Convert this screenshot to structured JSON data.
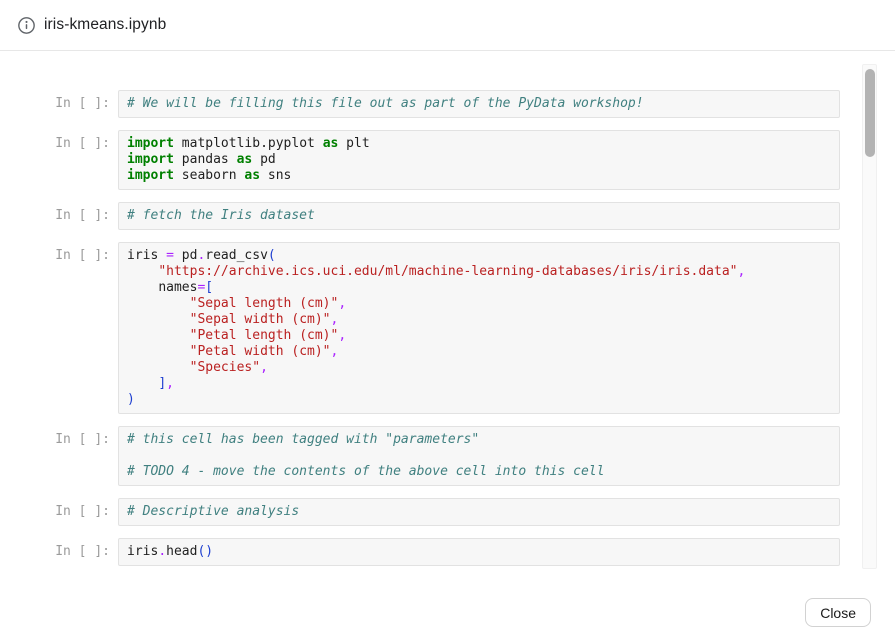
{
  "header": {
    "title": "iris-kmeans.ipynb"
  },
  "footer": {
    "close_label": "Close"
  },
  "colors": {
    "keyword": "#008000",
    "name": "#1f1f1f",
    "operator": "#aa22ff",
    "punctuation": "#1e3fd0",
    "string": "#ba2121",
    "comment": "#408080",
    "prompt": "#9b9b9b",
    "cell_background": "#f7f7f7",
    "cell_border": "#e2e2e2"
  },
  "notebook": {
    "cells": [
      {
        "prompt": "In [ ]:",
        "lines": [
          [
            {
              "t": "# We will be filling this file out as part of the PyData workshop!",
              "c": "c"
            }
          ]
        ]
      },
      {
        "prompt": "In [ ]:",
        "lines": [
          [
            {
              "t": "import",
              "c": "k"
            },
            {
              "t": " ",
              "c": "w"
            },
            {
              "t": "matplotlib.pyplot",
              "c": "n"
            },
            {
              "t": " ",
              "c": "w"
            },
            {
              "t": "as",
              "c": "k"
            },
            {
              "t": " ",
              "c": "w"
            },
            {
              "t": "plt",
              "c": "n"
            }
          ],
          [
            {
              "t": "import",
              "c": "k"
            },
            {
              "t": " ",
              "c": "w"
            },
            {
              "t": "pandas",
              "c": "n"
            },
            {
              "t": " ",
              "c": "w"
            },
            {
              "t": "as",
              "c": "k"
            },
            {
              "t": " ",
              "c": "w"
            },
            {
              "t": "pd",
              "c": "n"
            }
          ],
          [
            {
              "t": "import",
              "c": "k"
            },
            {
              "t": " ",
              "c": "w"
            },
            {
              "t": "seaborn",
              "c": "n"
            },
            {
              "t": " ",
              "c": "w"
            },
            {
              "t": "as",
              "c": "k"
            },
            {
              "t": " ",
              "c": "w"
            },
            {
              "t": "sns",
              "c": "n"
            }
          ]
        ]
      },
      {
        "prompt": "In [ ]:",
        "lines": [
          [
            {
              "t": "# fetch the Iris dataset",
              "c": "c"
            }
          ]
        ]
      },
      {
        "prompt": "In [ ]:",
        "lines": [
          [
            {
              "t": "iris ",
              "c": "n"
            },
            {
              "t": "= ",
              "c": "o"
            },
            {
              "t": "pd",
              "c": "n"
            },
            {
              "t": ".",
              "c": "o"
            },
            {
              "t": "read_csv",
              "c": "n"
            },
            {
              "t": "(",
              "c": "p"
            }
          ],
          [
            {
              "t": "    ",
              "c": "w"
            },
            {
              "t": "\"https://archive.ics.uci.edu/ml/machine-learning-databases/iris/iris.data\"",
              "c": "s"
            },
            {
              "t": ",",
              "c": "o"
            }
          ],
          [
            {
              "t": "    ",
              "c": "w"
            },
            {
              "t": "names",
              "c": "n"
            },
            {
              "t": "=",
              "c": "o"
            },
            {
              "t": "[",
              "c": "p"
            }
          ],
          [
            {
              "t": "        ",
              "c": "w"
            },
            {
              "t": "\"Sepal length (cm)\"",
              "c": "s"
            },
            {
              "t": ",",
              "c": "o"
            }
          ],
          [
            {
              "t": "        ",
              "c": "w"
            },
            {
              "t": "\"Sepal width (cm)\"",
              "c": "s"
            },
            {
              "t": ",",
              "c": "o"
            }
          ],
          [
            {
              "t": "        ",
              "c": "w"
            },
            {
              "t": "\"Petal length (cm)\"",
              "c": "s"
            },
            {
              "t": ",",
              "c": "o"
            }
          ],
          [
            {
              "t": "        ",
              "c": "w"
            },
            {
              "t": "\"Petal width (cm)\"",
              "c": "s"
            },
            {
              "t": ",",
              "c": "o"
            }
          ],
          [
            {
              "t": "        ",
              "c": "w"
            },
            {
              "t": "\"Species\"",
              "c": "s"
            },
            {
              "t": ",",
              "c": "o"
            }
          ],
          [
            {
              "t": "    ",
              "c": "w"
            },
            {
              "t": "]",
              "c": "p"
            },
            {
              "t": ",",
              "c": "o"
            }
          ],
          [
            {
              "t": ")",
              "c": "p"
            }
          ]
        ]
      },
      {
        "prompt": "In [ ]:",
        "lines": [
          [
            {
              "t": "# this cell has been tagged with \"parameters\"",
              "c": "c"
            }
          ],
          [],
          [
            {
              "t": "# TODO 4 - move the contents of the above cell into this cell",
              "c": "c"
            }
          ]
        ]
      },
      {
        "prompt": "In [ ]:",
        "lines": [
          [
            {
              "t": "# Descriptive analysis",
              "c": "c"
            }
          ]
        ]
      },
      {
        "prompt": "In [ ]:",
        "lines": [
          [
            {
              "t": "iris",
              "c": "n"
            },
            {
              "t": ".",
              "c": "o"
            },
            {
              "t": "head",
              "c": "n"
            },
            {
              "t": "(",
              "c": "p"
            },
            {
              "t": ")",
              "c": "p"
            }
          ]
        ]
      }
    ]
  }
}
